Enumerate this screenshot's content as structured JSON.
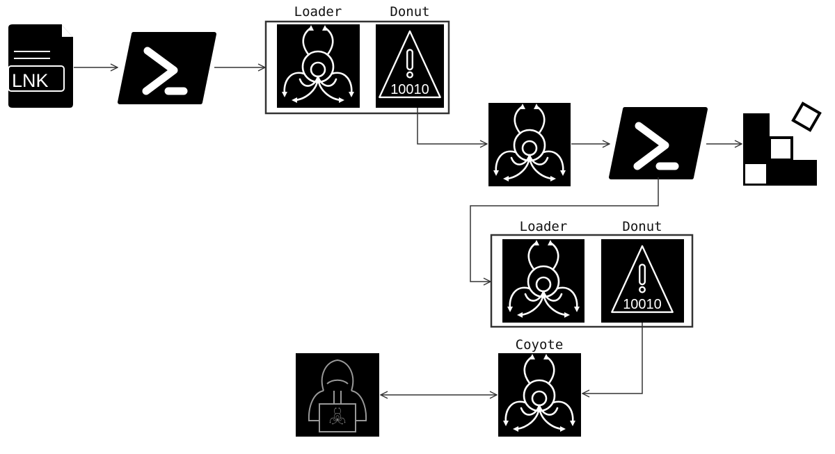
{
  "nodes": {
    "lnk": {
      "text": "LNK"
    },
    "stage1": {
      "loader_label": "Loader",
      "donut_label": "Donut",
      "donut_code": "10010"
    },
    "stage2": {
      "loader_label": "Loader",
      "donut_label": "Donut",
      "donut_code": "10010"
    },
    "coyote": {
      "label": "Coyote"
    }
  },
  "colors": {
    "tile": "#000000",
    "line": "#333333",
    "icon": "#ffffff"
  }
}
